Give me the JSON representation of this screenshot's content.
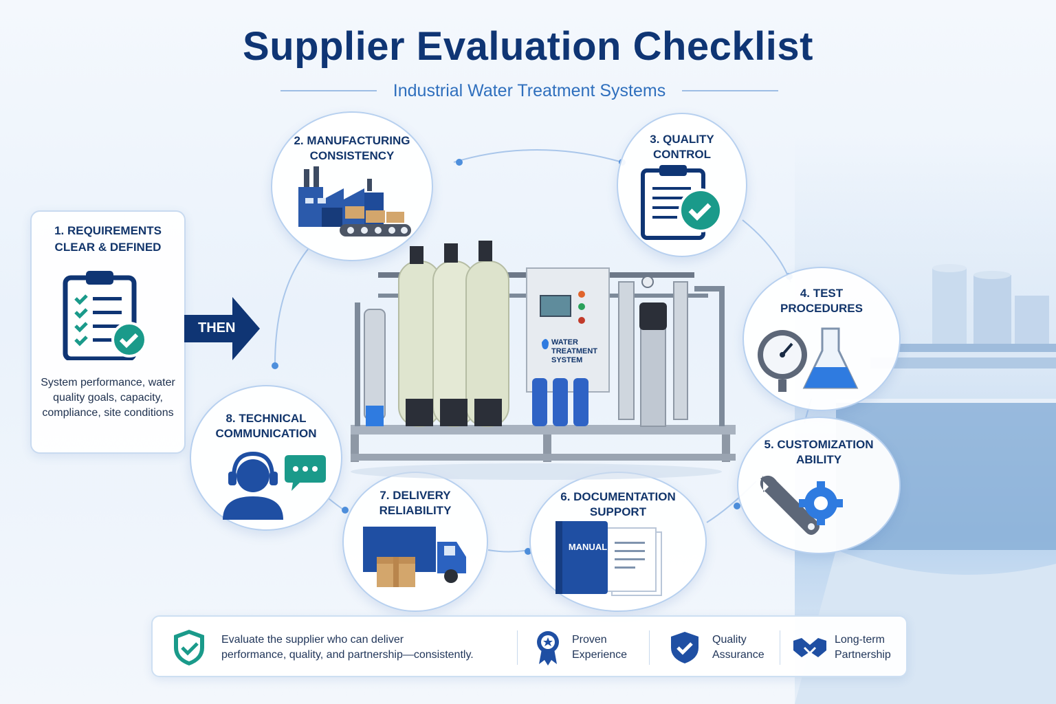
{
  "title": "Supplier Evaluation Checklist",
  "subtitle": "Industrial Water Treatment Systems",
  "requirements": {
    "label": "1. REQUIREMENTS CLEAR & DEFINED",
    "label_line1": "1. REQUIREMENTS",
    "label_line2": "CLEAR & DEFINED",
    "description": "System performance, water quality goals, capacity, compliance, site conditions",
    "icon": "clipboard-checklist-icon"
  },
  "then_label": "THEN",
  "steps": [
    {
      "line1": "2. MANUFACTURING",
      "line2": "CONSISTENCY",
      "icon": "factory-icon"
    },
    {
      "line1": "3. QUALITY",
      "line2": "CONTROL",
      "icon": "clipboard-check-icon"
    },
    {
      "line1": "4. TEST",
      "line2": "PROCEDURES",
      "icon": "gauge-flask-icon"
    },
    {
      "line1": "5. CUSTOMIZATION",
      "line2": "ABILITY",
      "icon": "wrench-gear-icon"
    },
    {
      "line1": "6. DOCUMENTATION",
      "line2": "SUPPORT",
      "icon": "manual-icon"
    },
    {
      "line1": "7. DELIVERY",
      "line2": "RELIABILITY",
      "icon": "truck-icon"
    },
    {
      "line1": "8. TECHNICAL",
      "line2": "COMMUNICATION",
      "icon": "headset-chat-icon"
    }
  ],
  "manual_text": "MANUAL",
  "machine_label": {
    "line1": "WATER",
    "line2": "TREATMENT",
    "line3": "SYSTEM"
  },
  "bottom": {
    "message_line1": "Evaluate the supplier who can deliver",
    "message_line2": "performance, quality, and partnership—consistently.",
    "badges": [
      {
        "line1": "Proven",
        "line2": "Experience",
        "icon": "award-ribbon-icon"
      },
      {
        "line1": "Quality",
        "line2": "Assurance",
        "icon": "shield-check-icon"
      },
      {
        "line1": "Long-term",
        "line2": "Partnership",
        "icon": "handshake-icon"
      }
    ]
  },
  "colors": {
    "navy": "#0f3574",
    "blue": "#2f6fbd",
    "teal": "#1a9a8a",
    "light": "#b7d0ef"
  }
}
